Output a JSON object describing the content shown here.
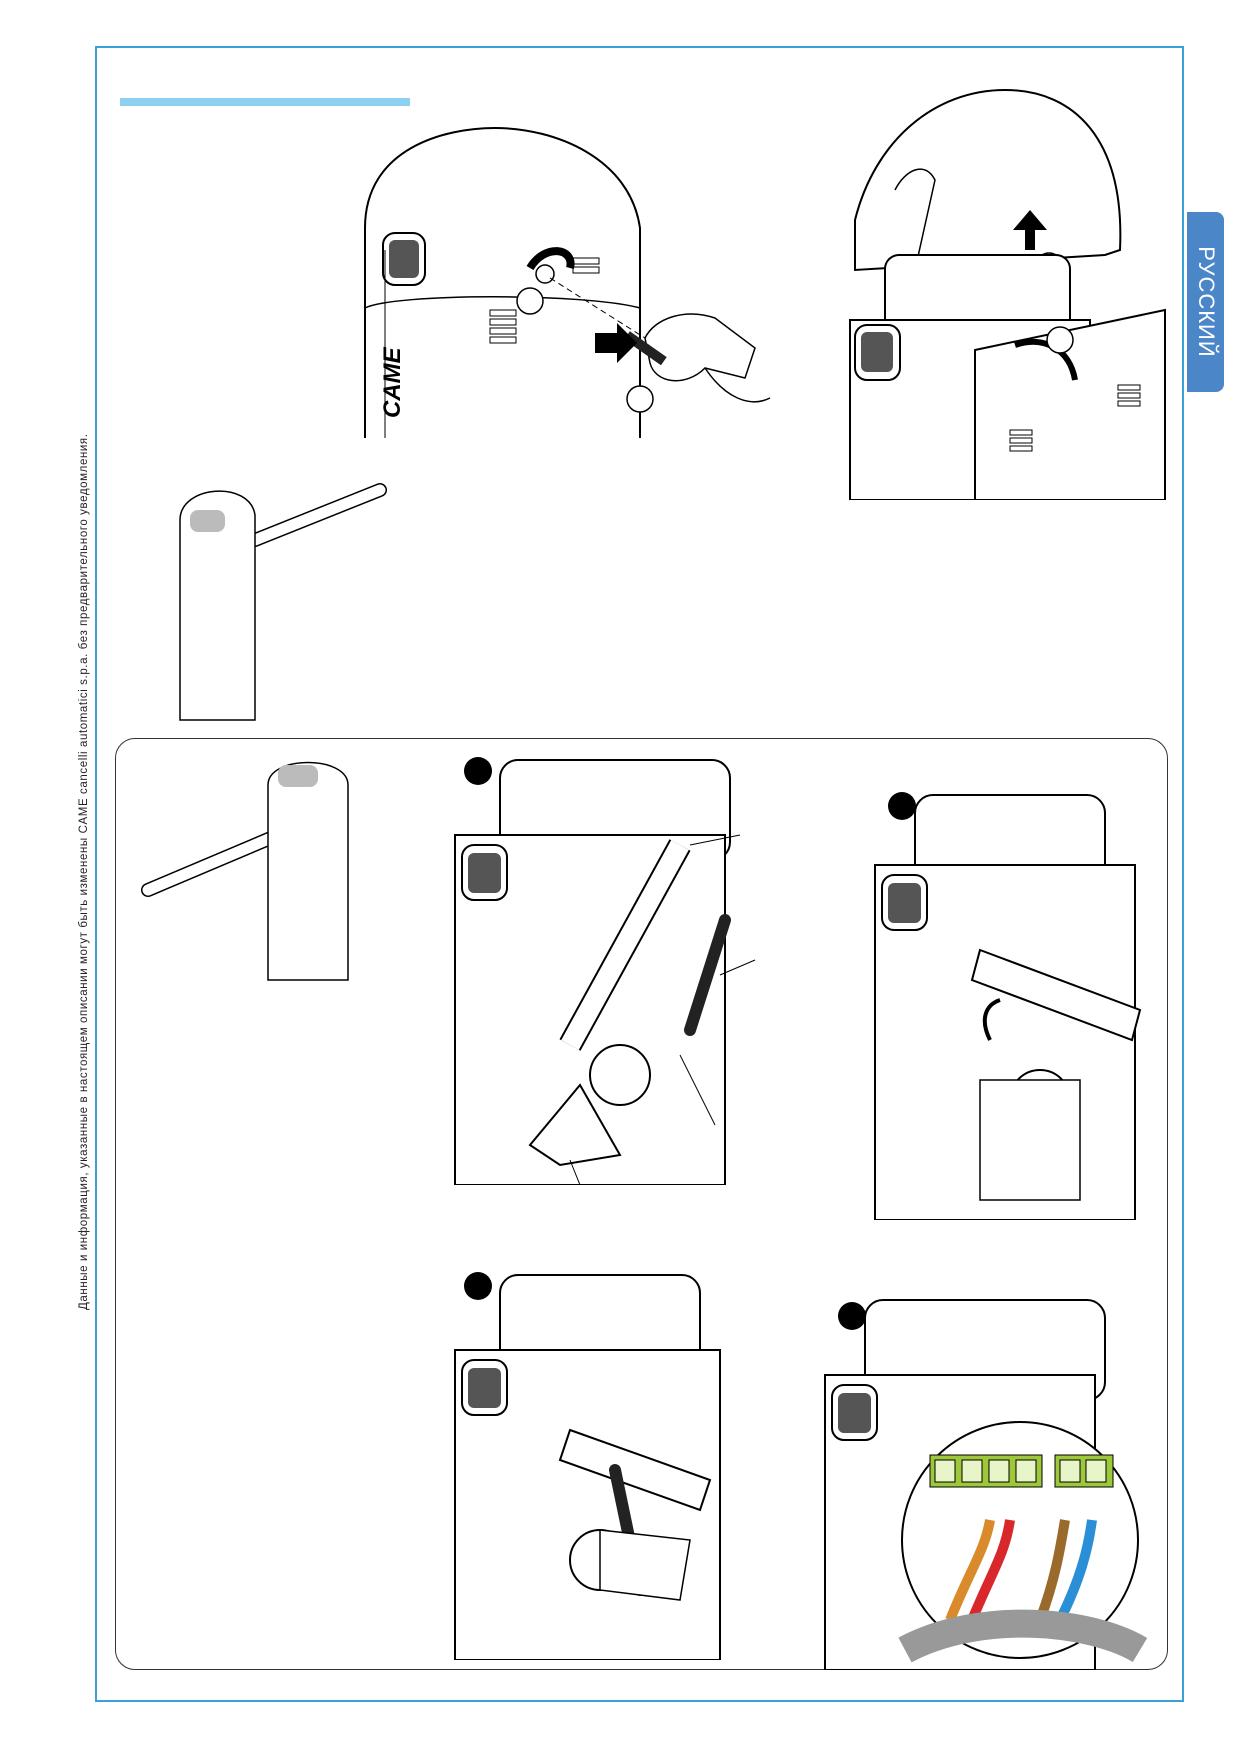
{
  "document": {
    "language_tab": "РУССКИЙ",
    "side_note": "Данные и информация, указанные в настоящем описании могут быть изменены CAME cancelli automatici s.p.a. без предварительного уведомления.",
    "brand_label": "CAME",
    "colors": {
      "frame": "#3aa0d8",
      "accent_bar": "#8fd0f0",
      "tab": "#4a86c8",
      "terminal_green": "#9dc83a",
      "wire_orange": "#d98a2b",
      "wire_red": "#d8282c",
      "wire_brown": "#9a6a2a",
      "wire_blue": "#2a8fd6"
    },
    "icons": [
      "key-icon",
      "hand-icon",
      "arrow-icon",
      "barrier-icon"
    ]
  }
}
